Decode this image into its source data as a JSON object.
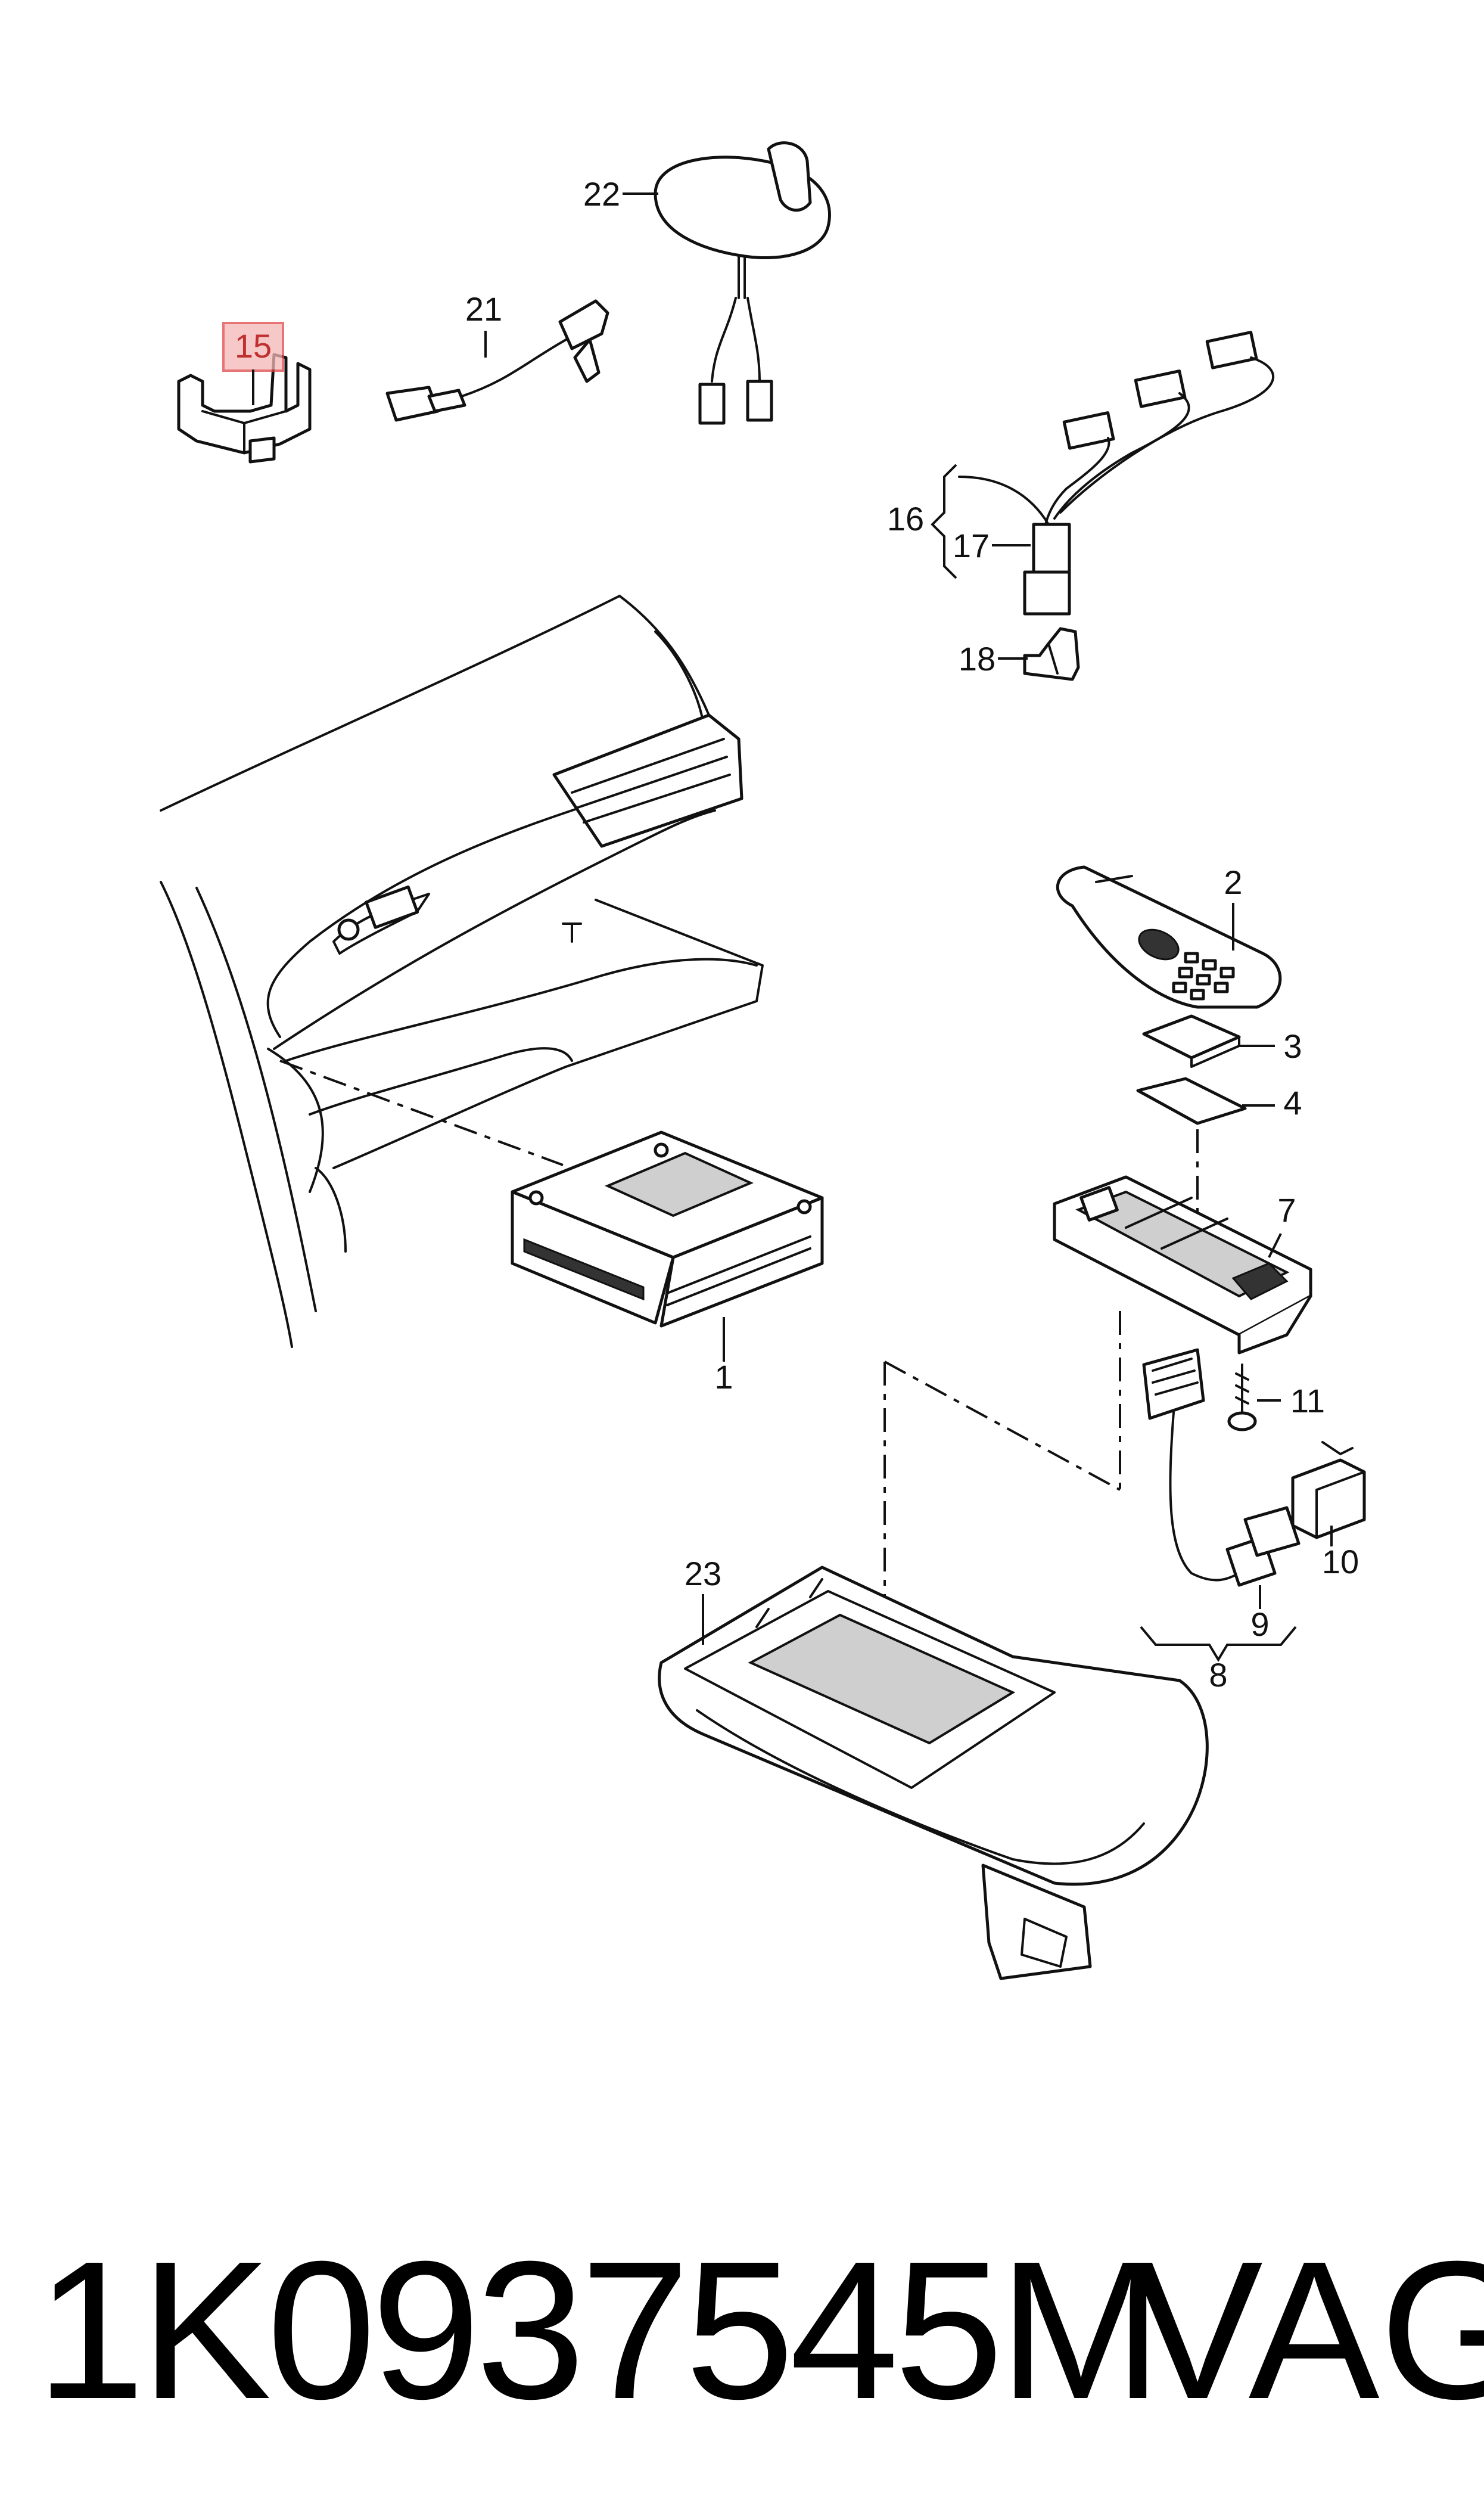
{
  "labels": {
    "p1": "1",
    "p2": "2",
    "p3": "3",
    "p4": "4",
    "p7": "7",
    "p8": "8",
    "p9": "9",
    "p10": "10",
    "p11": "11",
    "p15": "15",
    "p16": "16",
    "p17": "17",
    "p18": "18",
    "p21": "21",
    "p22": "22",
    "p23": "23"
  },
  "highlight": {
    "part": "15",
    "color": "#f4b6b6",
    "border": "#e04848"
  },
  "footer": {
    "part_number": "1K0937545M",
    "brand": "VAG"
  }
}
